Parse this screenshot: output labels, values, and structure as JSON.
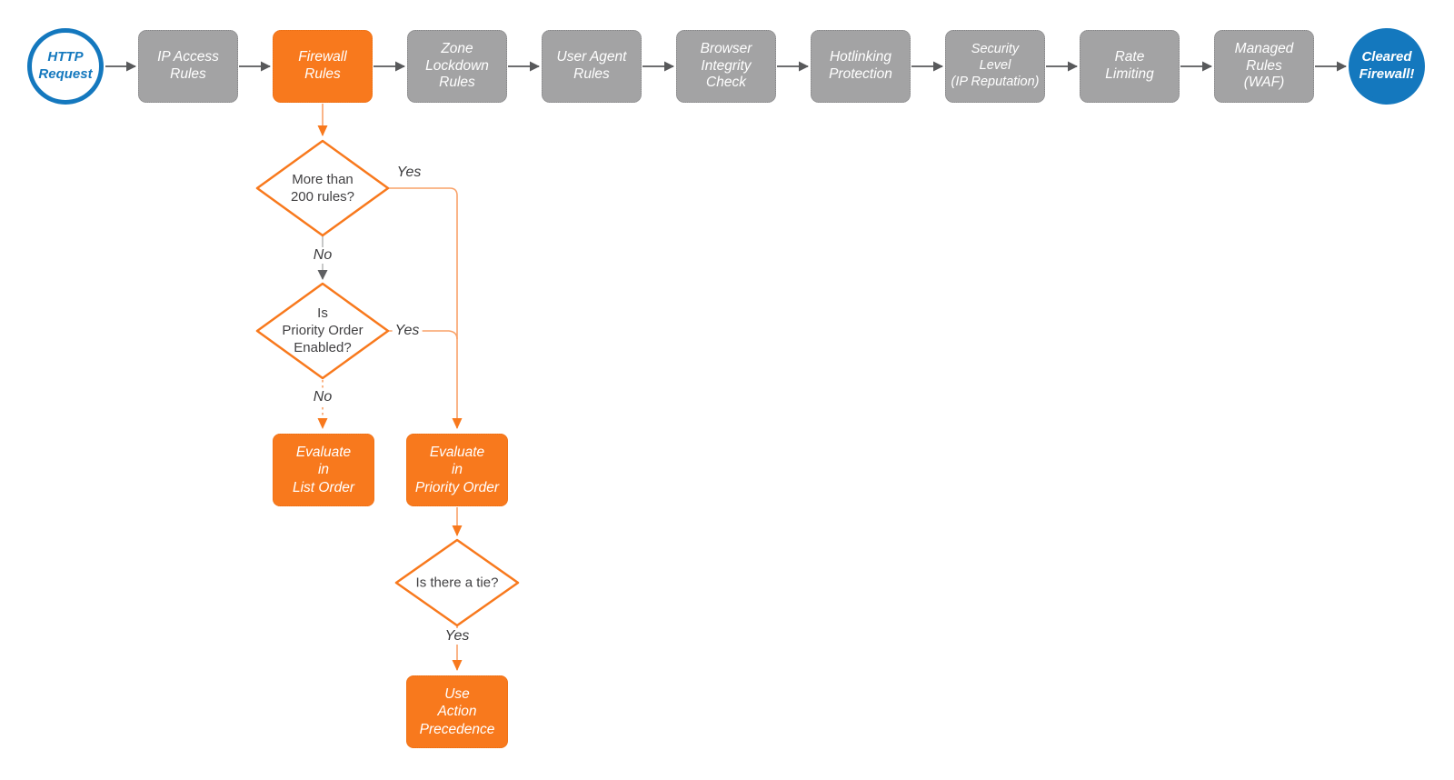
{
  "colors": {
    "orange": "#F8791D",
    "orange_line": "#F9A269",
    "gray_box": "#A3A3A4",
    "dark_arrow": "#58595B",
    "light_gray_line": "#B9BABB",
    "blue": "#1478BE",
    "diamond_text": "#414042"
  },
  "pipeline": {
    "start": {
      "label": "HTTP\nRequest"
    },
    "stages": [
      {
        "label": "IP Access\nRules",
        "highlight": false
      },
      {
        "label": "Firewall\nRules",
        "highlight": true
      },
      {
        "label": "Zone\nLockdown\nRules",
        "highlight": false
      },
      {
        "label": "User Agent\nRules",
        "highlight": false
      },
      {
        "label": "Browser\nIntegrity\nCheck",
        "highlight": false
      },
      {
        "label": "Hotlinking\nProtection",
        "highlight": false
      },
      {
        "label": "Security\nLevel\n(IP Reputation)",
        "highlight": false
      },
      {
        "label": "Rate\nLimiting",
        "highlight": false
      },
      {
        "label": "Managed\nRules\n(WAF)",
        "highlight": false
      }
    ],
    "end": {
      "label": "Cleared\nFirewall!"
    }
  },
  "decisions": {
    "more_than_200": {
      "label": "More than\n200 rules?",
      "yes_label": "Yes",
      "no_label": "No"
    },
    "priority_enabled": {
      "label": "Is\nPriority Order\nEnabled?",
      "yes_label": "Yes",
      "no_label": "No"
    },
    "tie": {
      "label": "Is there a tie?",
      "yes_label": "Yes"
    }
  },
  "actions": {
    "list_order": {
      "label": "Evaluate\nin\nList Order"
    },
    "priority_order": {
      "label": "Evaluate\nin\nPriority Order"
    },
    "action_precedence": {
      "label": "Use\nAction\nPrecedence"
    }
  }
}
